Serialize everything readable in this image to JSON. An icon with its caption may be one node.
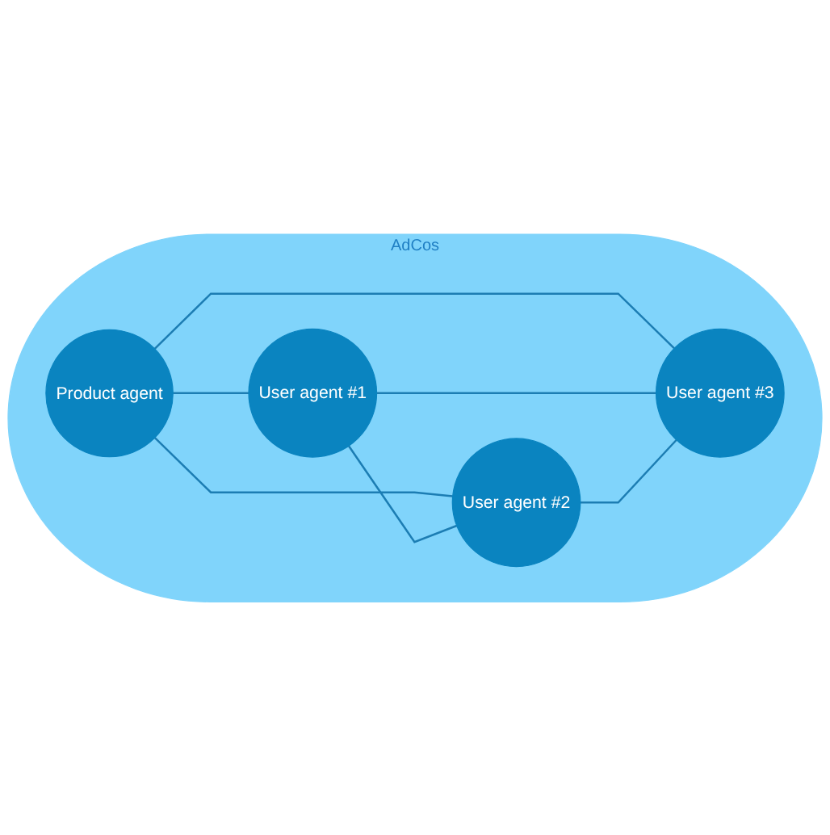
{
  "diagram": {
    "nodes": [
      {
        "text": [
          "AdCos"
        ]
      },
      {
        "text": [
          "Product agent"
        ],
        "in": 0
      },
      {
        "text": [
          "User agent #3"
        ],
        "in": 0
      },
      {
        "text": [
          "User agent #1"
        ],
        "in": 0
      },
      {
        "text": [
          "User agent #2"
        ],
        "in": 0
      }
    ],
    "edges": [
      {
        "from": 1,
        "to": 3,
        "arrow": "none"
      },
      {
        "from": 1,
        "to": 2,
        "arrow": "none"
      },
      {
        "from": 1,
        "to": 4,
        "arrow": "none"
      },
      {
        "from": 3,
        "to": 2,
        "arrow": "none"
      },
      {
        "from": 3,
        "to": 4,
        "arrow": "none"
      },
      {
        "from": 4,
        "to": 2,
        "arrow": "none"
      }
    ]
  }
}
